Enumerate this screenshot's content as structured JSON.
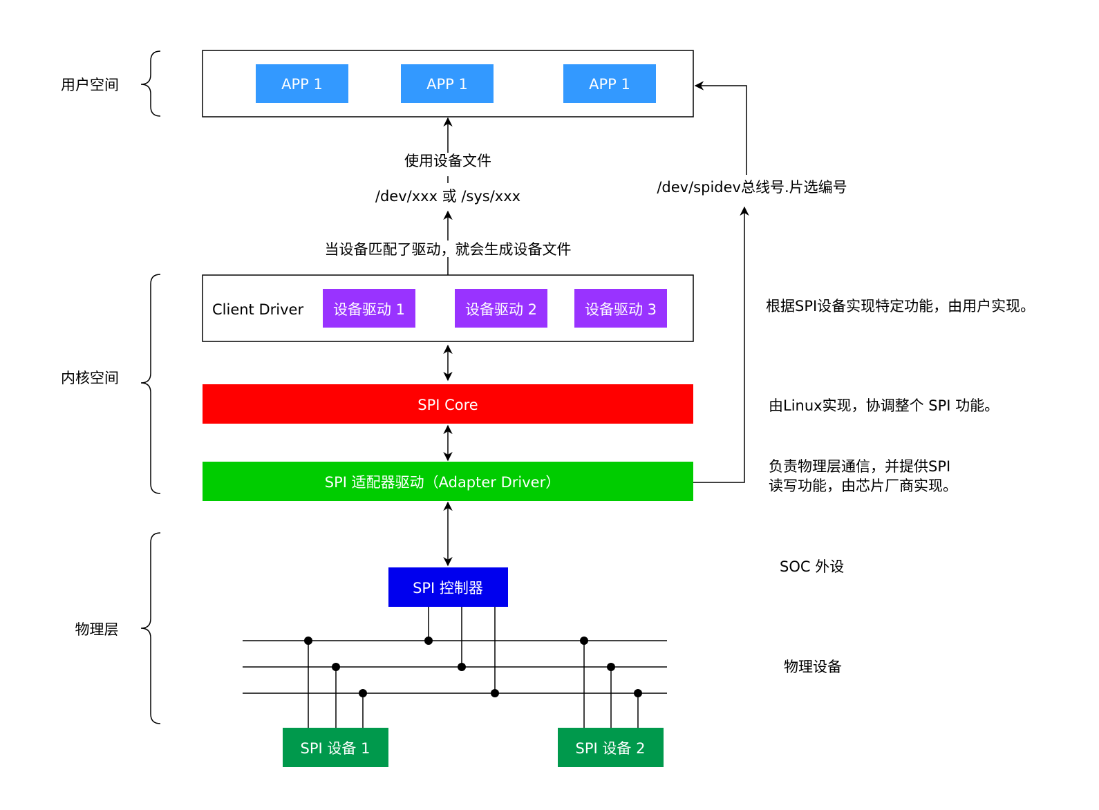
{
  "layers": {
    "user": "用户空间",
    "kernel": "内核空间",
    "physical": "物理层"
  },
  "user_space": {
    "apps": [
      "APP 1",
      "APP 1",
      "APP 1"
    ]
  },
  "flow_labels": {
    "use_device_file": "使用设备文件",
    "dev_paths": "/dev/xxx 或 /sys/xxx",
    "generate_files": "当设备匹配了驱动，就会生成设备文件",
    "spidev_path": "/dev/spidev总线号.片选编号"
  },
  "client_driver": {
    "label": "Client Driver",
    "drivers": [
      "设备驱动 1",
      "设备驱动 2",
      "设备驱动 3"
    ]
  },
  "spi_core": {
    "label": "SPI Core"
  },
  "adapter_driver": {
    "label": "SPI 适配器驱动（Adapter Driver）"
  },
  "controller": {
    "label": "SPI 控制器"
  },
  "devices": [
    "SPI 设备 1",
    "SPI 设备 2"
  ],
  "descriptions": {
    "client": "根据SPI设备实现特定功能，由用户实现。",
    "core": "由Linux实现，协调整个 SPI 功能。",
    "adapter_line1": "负责物理层通信，并提供SPI",
    "adapter_line2": "读写功能，由芯片厂商实现。",
    "soc": "SOC 外设",
    "physical_devices": "物理设备"
  },
  "colors": {
    "app": "#3399ff",
    "driver": "#9933ff",
    "core": "#ff0000",
    "adapter": "#00cc00",
    "controller": "#0000ee",
    "device": "#00994c"
  }
}
